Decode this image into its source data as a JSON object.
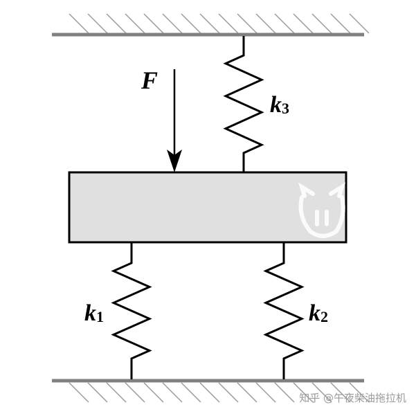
{
  "labels": {
    "force": "F",
    "spring_top": {
      "letter": "k",
      "sub": "3"
    },
    "spring_left": {
      "letter": "k",
      "sub": "1"
    },
    "spring_right": {
      "letter": "k",
      "sub": "2"
    }
  },
  "watermark": {
    "text": "知乎 @午夜柴油拖拉机"
  },
  "colors": {
    "ground_line": "#808080",
    "hatch": "#9a9a9a",
    "block_fill": "#e0e0e0",
    "stroke": "#000000",
    "watermark": "#9a9a9a"
  }
}
